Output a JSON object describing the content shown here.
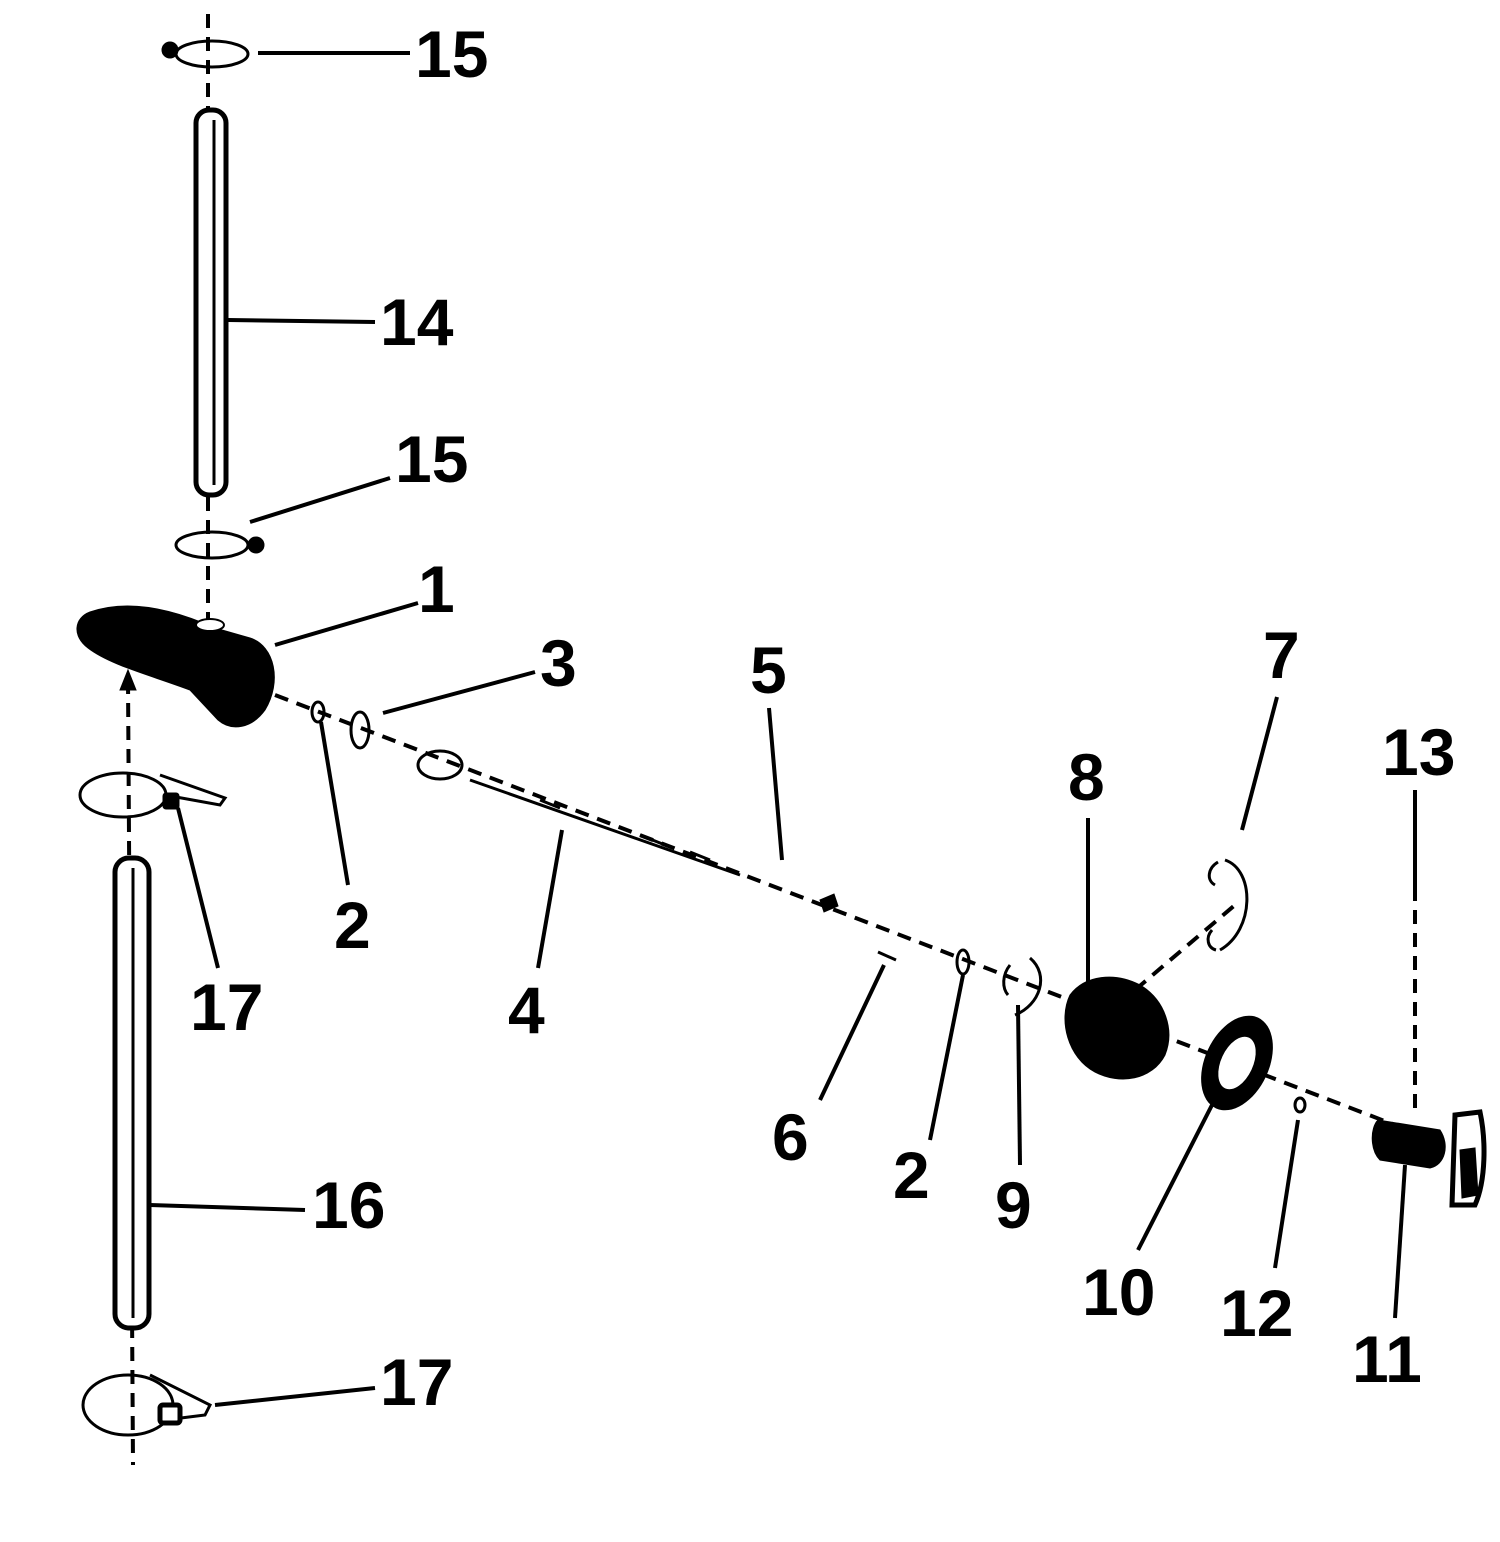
{
  "diagram": {
    "callouts": [
      {
        "id": "c15a",
        "text": "15"
      },
      {
        "id": "c14",
        "text": "14"
      },
      {
        "id": "c15b",
        "text": "15"
      },
      {
        "id": "c1",
        "text": "1"
      },
      {
        "id": "c3",
        "text": "3"
      },
      {
        "id": "c5",
        "text": "5"
      },
      {
        "id": "c7",
        "text": "7"
      },
      {
        "id": "c13",
        "text": "13"
      },
      {
        "id": "c8",
        "text": "8"
      },
      {
        "id": "c2a",
        "text": "2"
      },
      {
        "id": "c17a",
        "text": "17"
      },
      {
        "id": "c4",
        "text": "4"
      },
      {
        "id": "c6",
        "text": "6"
      },
      {
        "id": "c2b",
        "text": "2"
      },
      {
        "id": "c9",
        "text": "9"
      },
      {
        "id": "c10",
        "text": "10"
      },
      {
        "id": "c12",
        "text": "12"
      },
      {
        "id": "c11",
        "text": "11"
      },
      {
        "id": "c16",
        "text": "16"
      },
      {
        "id": "c17b",
        "text": "17"
      }
    ]
  },
  "colors": {
    "ink": "#000000",
    "paper": "#ffffff"
  }
}
